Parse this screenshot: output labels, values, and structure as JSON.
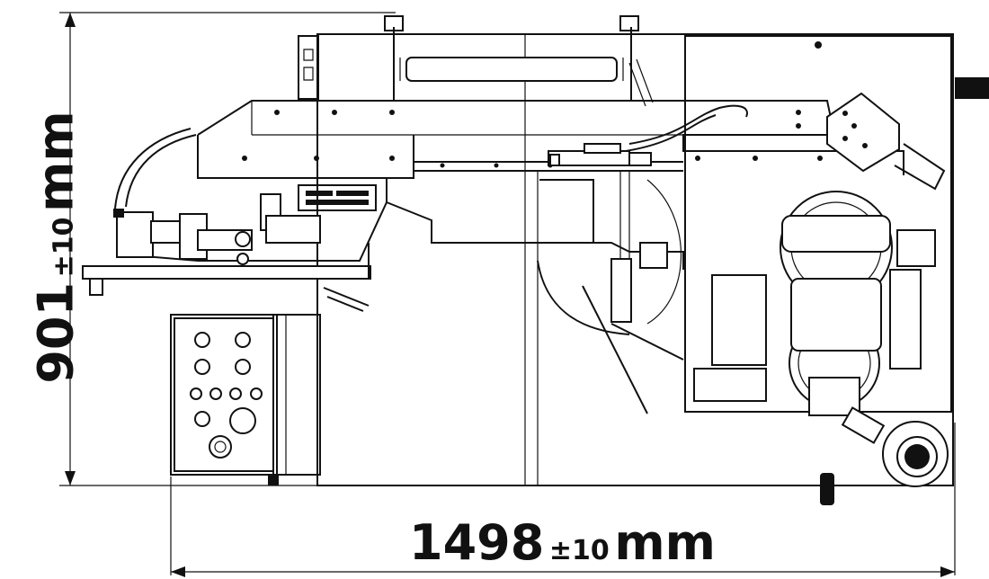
{
  "dimensions": {
    "width": {
      "value": "1498",
      "tolerance": "±10",
      "unit": "mm"
    },
    "depth": {
      "value": "901",
      "tolerance": "±10",
      "unit": "mm"
    }
  },
  "colors": {
    "line": "#111111",
    "background": "#ffffff"
  }
}
